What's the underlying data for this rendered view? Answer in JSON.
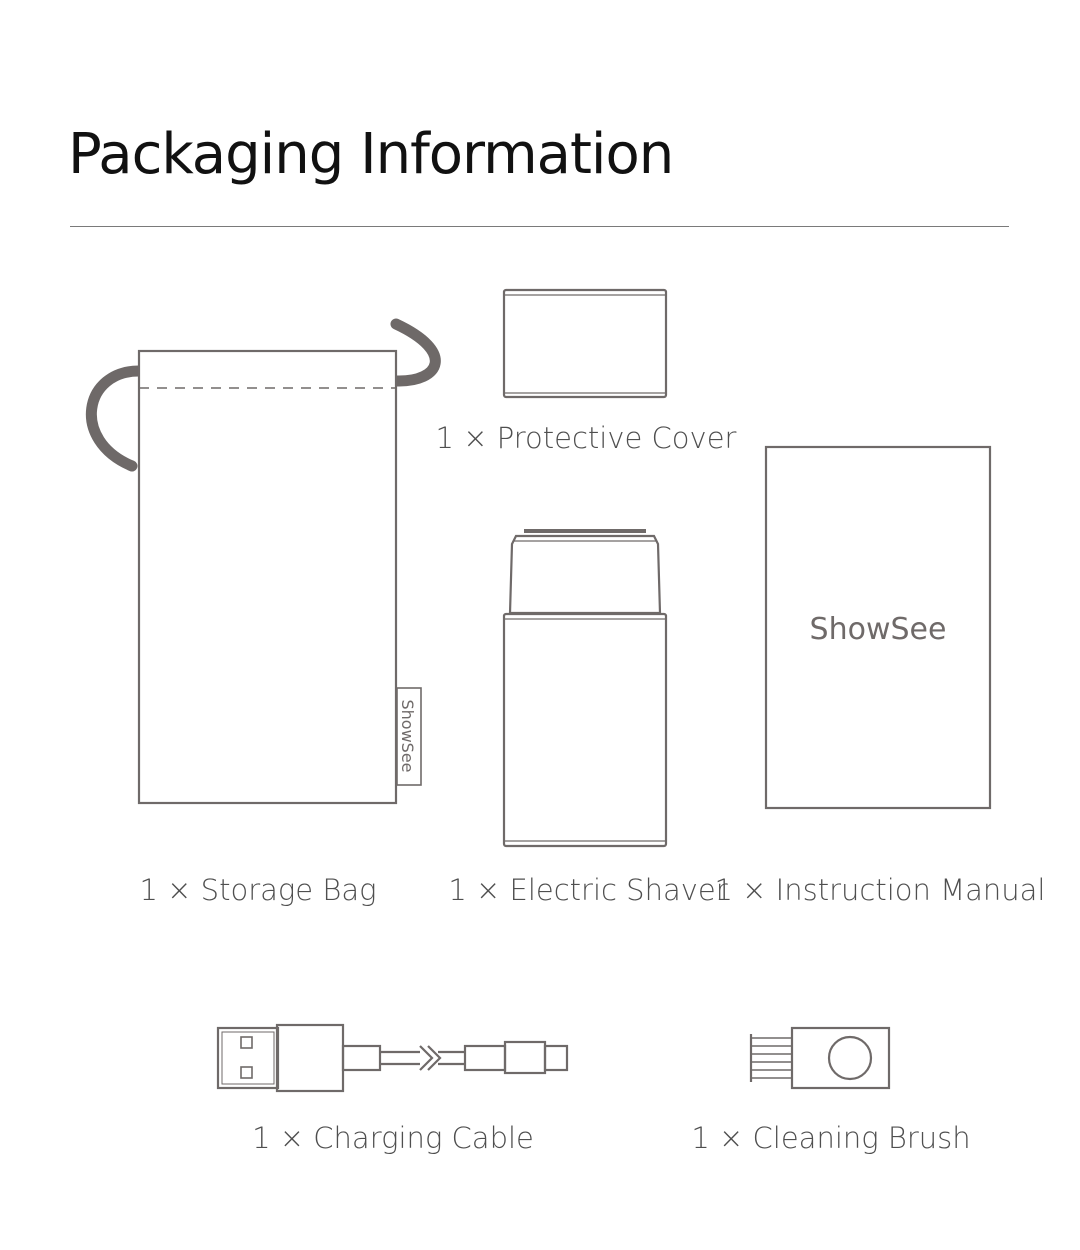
{
  "title": "Packaging Information",
  "brand": "ShowSee",
  "colors": {
    "line": "#6f6a69",
    "strap": "#6e6968",
    "text": "#4f4f4f",
    "title": "#111111"
  },
  "items": {
    "protective_cover": "1 × Protective Cover",
    "storage_bag": "1 × Storage Bag",
    "electric_shaver": "1 × Electric Shaver",
    "instruction_manual": "1 × Instruction Manual",
    "charging_cable": "1 × Charging Cable",
    "cleaning_brush": "1 × Cleaning Brush"
  }
}
